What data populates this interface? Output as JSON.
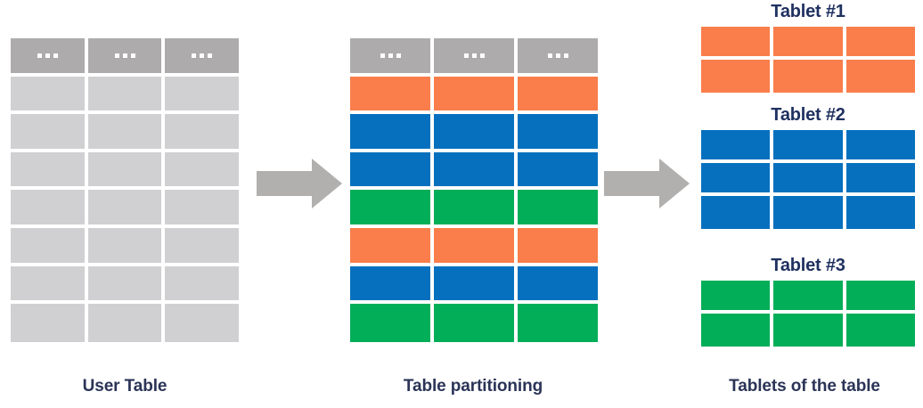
{
  "colors": {
    "header_gray": "#adabab",
    "body_gray": "#d0d0d2",
    "orange": "#fa7e4b",
    "blue": "#0670be",
    "green": "#03ae58",
    "arrow_gray": "#b2afaf",
    "label_navy": "#2b3457",
    "title_navy": "#1f3160",
    "background": "#ffffff"
  },
  "diagram": {
    "type": "flow",
    "stages": 3,
    "arrow_icon": "right-block-arrow"
  },
  "user_table": {
    "caption": "User Table",
    "columns": 3,
    "header_text": "...",
    "header_labels": [
      "...",
      "...",
      "..."
    ],
    "body_rows": 7
  },
  "partition_table": {
    "caption": "Table partitioning",
    "columns": 3,
    "header_labels": [
      "...",
      "...",
      "..."
    ],
    "row_colors": [
      "orange",
      "blue",
      "blue",
      "green",
      "orange",
      "blue",
      "green"
    ]
  },
  "tablets_section": {
    "caption": "Tablets of the table",
    "tablets": [
      {
        "title": "Tablet #1",
        "color": "orange",
        "rows": 2,
        "columns": 3
      },
      {
        "title": "Tablet #2",
        "color": "blue",
        "rows": 3,
        "columns": 3
      },
      {
        "title": "Tablet #3",
        "color": "green",
        "rows": 2,
        "columns": 3
      }
    ]
  }
}
